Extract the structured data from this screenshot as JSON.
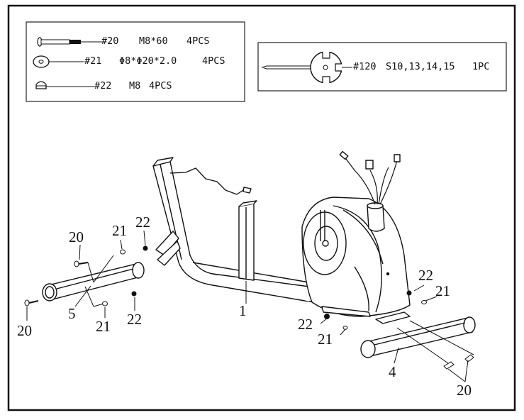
{
  "hardware_box": {
    "items": [
      {
        "code": "#20",
        "spec": "M8*60",
        "qty": "4PCS",
        "icon": "bolt-icon"
      },
      {
        "code": "#21",
        "spec": "Φ8*Φ20*2.0",
        "qty": "4PCS",
        "icon": "washer-icon"
      },
      {
        "code": "#22",
        "spec": "M8",
        "qty": "4PCS",
        "icon": "cap-nut-icon"
      }
    ]
  },
  "tool_box": {
    "code": "#120",
    "spec": "S10,13,14,15",
    "qty": "1PC",
    "icon": "multi-wrench-icon"
  },
  "callouts": {
    "main_frame": "1",
    "rear_stabilizer": "4",
    "front_stabilizer": "5",
    "bolt_left_top": "20",
    "bolt_left_bottom": "20",
    "bolt_right": "20",
    "washer_left_top": "21",
    "washer_left_bottom": "21",
    "washer_right_top": "21",
    "washer_right_bottom": "21",
    "nut_left_top": "22",
    "nut_left_bottom": "22",
    "nut_right_top": "22",
    "nut_right_bottom": "22"
  }
}
